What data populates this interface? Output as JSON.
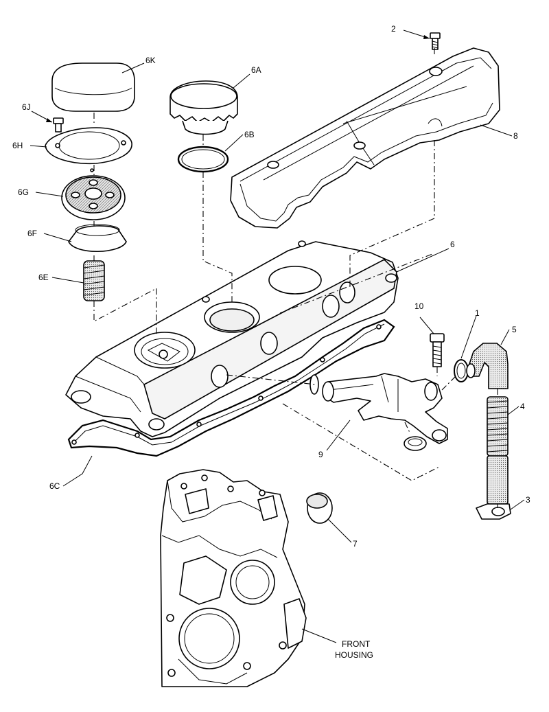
{
  "labels": {
    "c1": "1",
    "c2": "2",
    "c3": "3",
    "c4": "4",
    "c5": "5",
    "c6": "6",
    "c6a": "6A",
    "c6b": "6B",
    "c6c": "6C",
    "c6e": "6E",
    "c6f": "6F",
    "c6g": "6G",
    "c6h": "6H",
    "c6j": "6J",
    "c6k": "6K",
    "c7": "7",
    "c8": "8",
    "c9": "9",
    "c10": "10",
    "front_line1": "FRONT",
    "front_line2": "HOUSING"
  }
}
